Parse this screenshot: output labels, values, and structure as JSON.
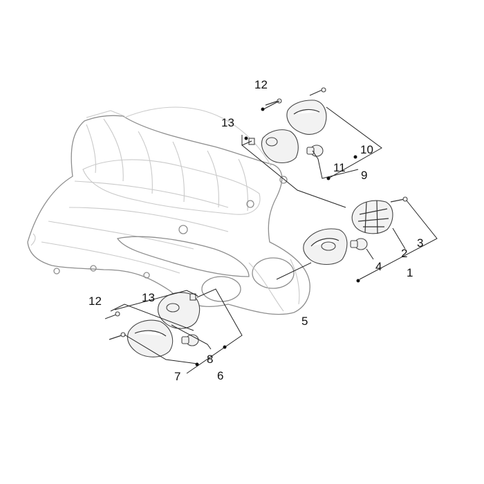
{
  "callouts": {
    "c1": "1",
    "c2": "2",
    "c3": "3",
    "c4": "4",
    "c5": "5",
    "c6": "6",
    "c7": "7",
    "c8": "8",
    "c9": "9",
    "c10": "10",
    "c11": "11",
    "c12_top": "12",
    "c12_left": "12",
    "c13_top": "13",
    "c13_left": "13"
  }
}
